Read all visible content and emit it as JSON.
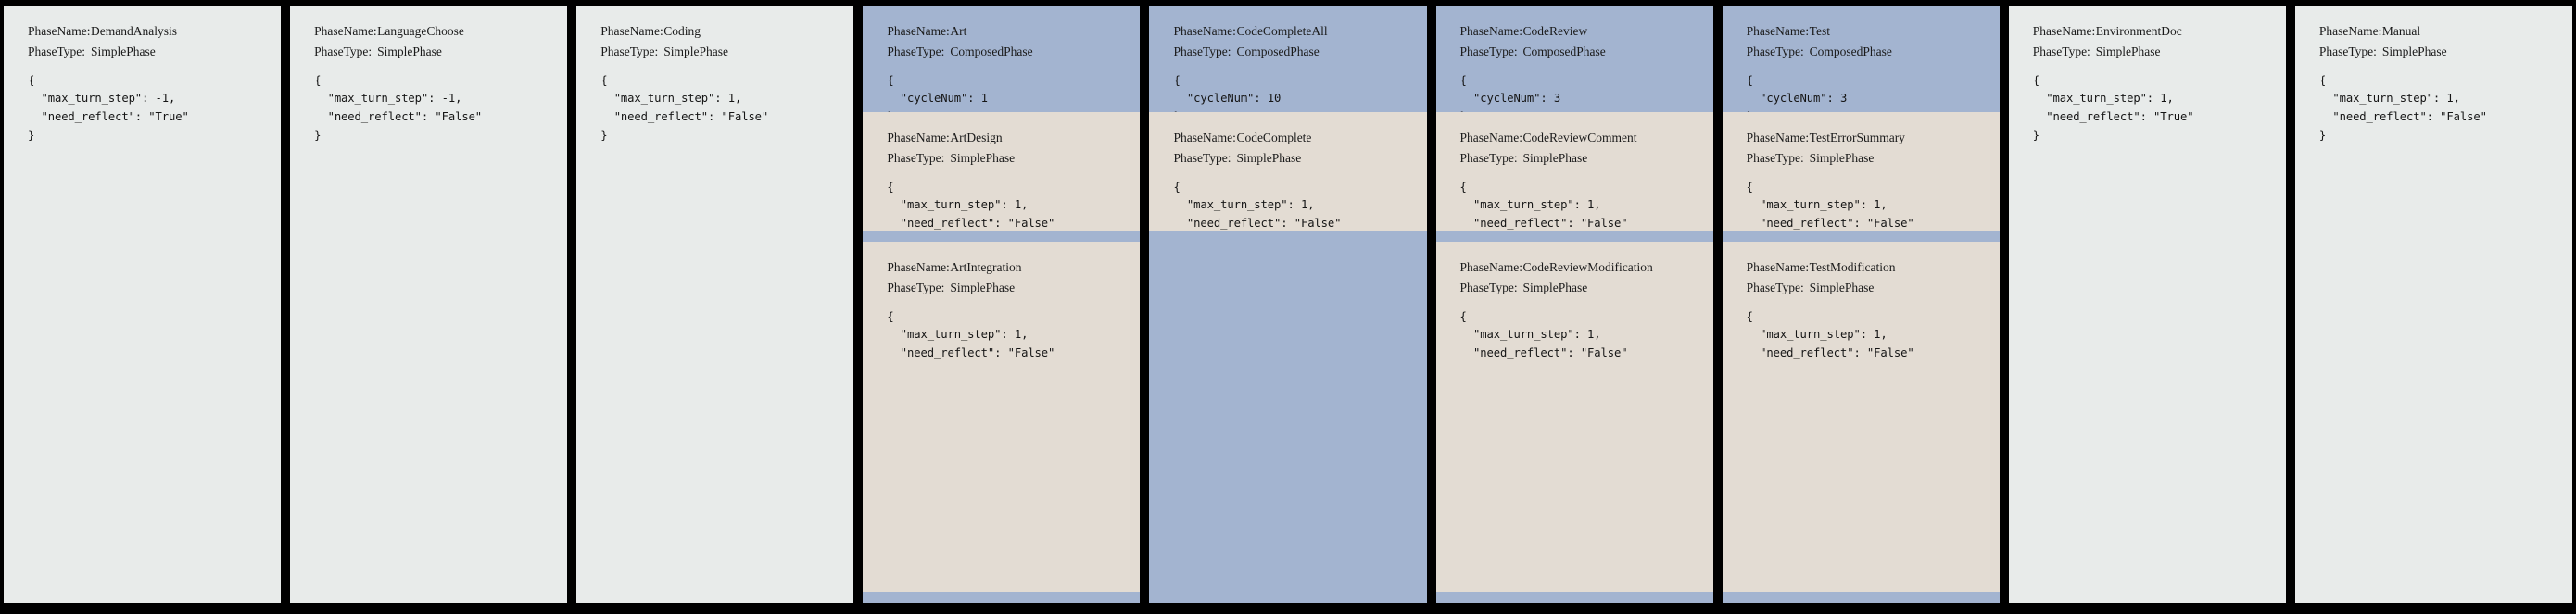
{
  "theme": {
    "background": "#000000",
    "simple_panel": "#e8ebea",
    "composed_panel": "#a3b4d0",
    "subphase_panel": "#e3dcd3"
  },
  "labels": {
    "phase_name": "PhaseName:",
    "phase_type": "PhaseType:"
  },
  "columns": [
    {
      "id": "demand-analysis",
      "blocks": [
        {
          "kind": "simple",
          "name": "DemandAnalysis",
          "type": "SimplePhase",
          "json": "{\n  \"max_turn_step\": -1,\n  \"need_reflect\": \"True\"\n}"
        }
      ]
    },
    {
      "id": "language-choose",
      "blocks": [
        {
          "kind": "simple",
          "name": "LanguageChoose",
          "type": "SimplePhase",
          "json": "{\n  \"max_turn_step\": -1,\n  \"need_reflect\": \"False\"\n}"
        }
      ]
    },
    {
      "id": "coding",
      "blocks": [
        {
          "kind": "simple",
          "name": "Coding",
          "type": "SimplePhase",
          "json": "{\n  \"max_turn_step\": 1,\n  \"need_reflect\": \"False\"\n}"
        }
      ]
    },
    {
      "id": "art",
      "blocks": [
        {
          "kind": "composed",
          "name": "Art",
          "type": "ComposedPhase",
          "json": "{\n  \"cycleNum\": 1\n}"
        },
        {
          "kind": "sub",
          "name": "ArtDesign",
          "type": "SimplePhase",
          "json": "{\n  \"max_turn_step\": 1,\n  \"need_reflect\": \"False\"\n}"
        },
        {
          "kind": "sub",
          "name": "ArtIntegration",
          "type": "SimplePhase",
          "json": "{\n  \"max_turn_step\": 1,\n  \"need_reflect\": \"False\"\n}"
        }
      ]
    },
    {
      "id": "code-complete-all",
      "blocks": [
        {
          "kind": "composed",
          "name": "CodeCompleteAll",
          "type": "ComposedPhase",
          "json": "{\n  \"cycleNum\": 10\n}"
        },
        {
          "kind": "sub",
          "name": "CodeComplete",
          "type": "SimplePhase",
          "json": "{\n  \"max_turn_step\": 1,\n  \"need_reflect\": \"False\"\n}"
        },
        {
          "kind": "fill",
          "name": "",
          "type": "",
          "json": ""
        }
      ]
    },
    {
      "id": "code-review",
      "blocks": [
        {
          "kind": "composed",
          "name": "CodeReview",
          "type": "ComposedPhase",
          "json": "{\n  \"cycleNum\": 3\n}"
        },
        {
          "kind": "sub",
          "name": "CodeReviewComment",
          "type": "SimplePhase",
          "json": "{\n  \"max_turn_step\": 1,\n  \"need_reflect\": \"False\"\n}"
        },
        {
          "kind": "sub",
          "name": "CodeReviewModification",
          "type": "SimplePhase",
          "json": "{\n  \"max_turn_step\": 1,\n  \"need_reflect\": \"False\"\n}"
        }
      ]
    },
    {
      "id": "test",
      "blocks": [
        {
          "kind": "composed",
          "name": "Test",
          "type": "ComposedPhase",
          "json": "{\n  \"cycleNum\": 3\n}"
        },
        {
          "kind": "sub",
          "name": "TestErrorSummary",
          "type": "SimplePhase",
          "json": "{\n  \"max_turn_step\": 1,\n  \"need_reflect\": \"False\"\n}"
        },
        {
          "kind": "sub",
          "name": "TestModification",
          "type": "SimplePhase",
          "json": "{\n  \"max_turn_step\": 1,\n  \"need_reflect\": \"False\"\n}"
        }
      ]
    },
    {
      "id": "environment-doc",
      "blocks": [
        {
          "kind": "simple",
          "name": "EnvironmentDoc",
          "type": "SimplePhase",
          "json": "{\n  \"max_turn_step\": 1,\n  \"need_reflect\": \"True\"\n}"
        }
      ]
    },
    {
      "id": "manual",
      "blocks": [
        {
          "kind": "simple",
          "name": "Manual",
          "type": "SimplePhase",
          "json": "{\n  \"max_turn_step\": 1,\n  \"need_reflect\": \"False\"\n}"
        }
      ]
    }
  ]
}
